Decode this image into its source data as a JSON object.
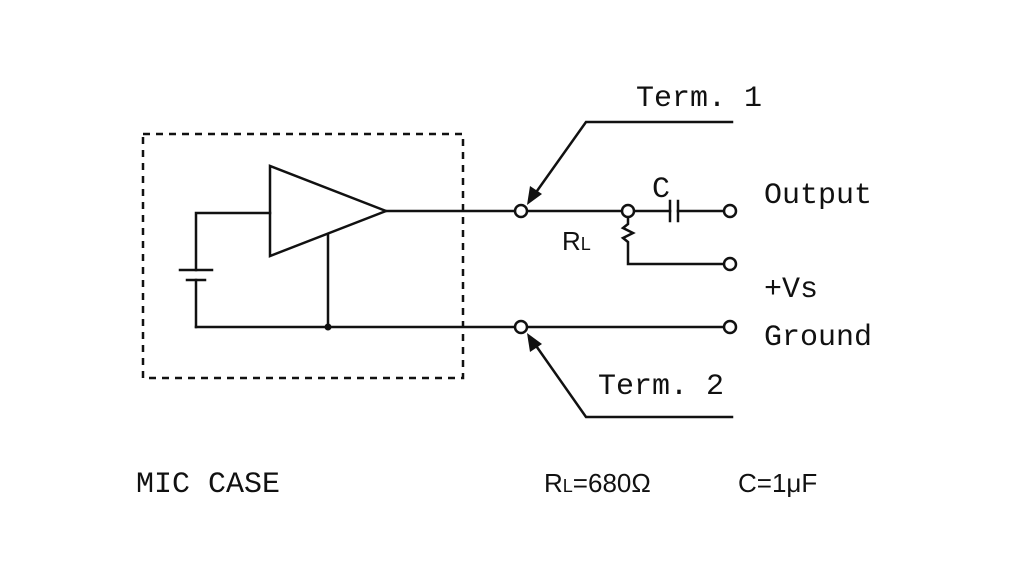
{
  "labels": {
    "term1": "Term. 1",
    "term2": "Term. 2",
    "output": "Output",
    "vs": "+Vs",
    "ground": "Ground",
    "cap": "C",
    "rl_main": "R",
    "rl_sub": "L",
    "mic_case": "MIC CASE",
    "rl_value_main": "R",
    "rl_value_sub": "L",
    "rl_value_rest": "=680Ω",
    "c_value": "C=1μF"
  }
}
